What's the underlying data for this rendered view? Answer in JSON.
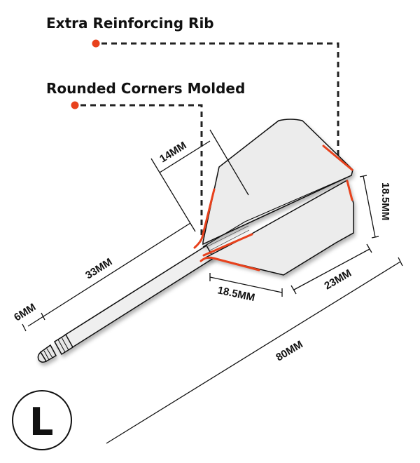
{
  "callouts": {
    "rib": "Extra Reinforcing Rib",
    "corners": "Rounded Corners Molded"
  },
  "dimensions": {
    "flight_height": "14MM",
    "shaft_length": "33MM",
    "thread_length": "6MM",
    "wing_width_bottom": "18.5MM",
    "wing_width_right": "18.5MM",
    "wing_length": "23MM",
    "total_length": "80MM"
  },
  "size_badge": "L",
  "colors": {
    "accent": "#e8411c",
    "line": "#111111",
    "fill": "#ececec"
  }
}
